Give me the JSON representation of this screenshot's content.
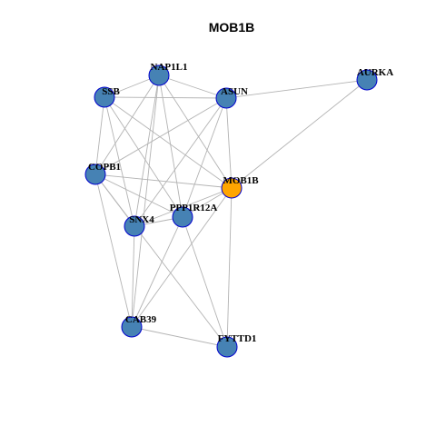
{
  "title": "MOB1B",
  "colors": {
    "node_fill": "#4682b4",
    "node_stroke": "#0000cd",
    "highlight_fill": "#ffa500",
    "edge": "#b3b3b3"
  },
  "nodes": [
    {
      "id": "NAP1L1",
      "label": "NAP1L1",
      "highlight": false
    },
    {
      "id": "SSB",
      "label": "SSB",
      "highlight": false
    },
    {
      "id": "ASUN",
      "label": "ASUN",
      "highlight": false
    },
    {
      "id": "AURKA",
      "label": "AURKA",
      "highlight": false
    },
    {
      "id": "COPB1",
      "label": "COPB1",
      "highlight": false
    },
    {
      "id": "MOB1B",
      "label": "MOB1B",
      "highlight": true
    },
    {
      "id": "PPP1R12A",
      "label": "PPP1R12A",
      "highlight": false
    },
    {
      "id": "SNX4",
      "label": "SNX4",
      "highlight": false
    },
    {
      "id": "CAB39",
      "label": "CAB39",
      "highlight": false
    },
    {
      "id": "FYTTD1",
      "label": "FYTTD1",
      "highlight": false
    }
  ],
  "edges": [
    [
      "NAP1L1",
      "SSB"
    ],
    [
      "NAP1L1",
      "ASUN"
    ],
    [
      "NAP1L1",
      "COPB1"
    ],
    [
      "NAP1L1",
      "MOB1B"
    ],
    [
      "NAP1L1",
      "PPP1R12A"
    ],
    [
      "NAP1L1",
      "SNX4"
    ],
    [
      "NAP1L1",
      "CAB39"
    ],
    [
      "SSB",
      "ASUN"
    ],
    [
      "SSB",
      "COPB1"
    ],
    [
      "SSB",
      "MOB1B"
    ],
    [
      "SSB",
      "PPP1R12A"
    ],
    [
      "SSB",
      "SNX4"
    ],
    [
      "ASUN",
      "AURKA"
    ],
    [
      "ASUN",
      "COPB1"
    ],
    [
      "ASUN",
      "MOB1B"
    ],
    [
      "ASUN",
      "SNX4"
    ],
    [
      "ASUN",
      "PPP1R12A"
    ],
    [
      "AURKA",
      "MOB1B"
    ],
    [
      "COPB1",
      "MOB1B"
    ],
    [
      "COPB1",
      "PPP1R12A"
    ],
    [
      "COPB1",
      "CAB39"
    ],
    [
      "COPB1",
      "FYTTD1"
    ],
    [
      "COPB1",
      "SNX4"
    ],
    [
      "MOB1B",
      "SNX4"
    ],
    [
      "MOB1B",
      "CAB39"
    ],
    [
      "MOB1B",
      "FYTTD1"
    ],
    [
      "MOB1B",
      "PPP1R12A"
    ],
    [
      "PPP1R12A",
      "SNX4"
    ],
    [
      "PPP1R12A",
      "CAB39"
    ],
    [
      "PPP1R12A",
      "FYTTD1"
    ],
    [
      "SNX4",
      "CAB39"
    ],
    [
      "CAB39",
      "FYTTD1"
    ]
  ]
}
